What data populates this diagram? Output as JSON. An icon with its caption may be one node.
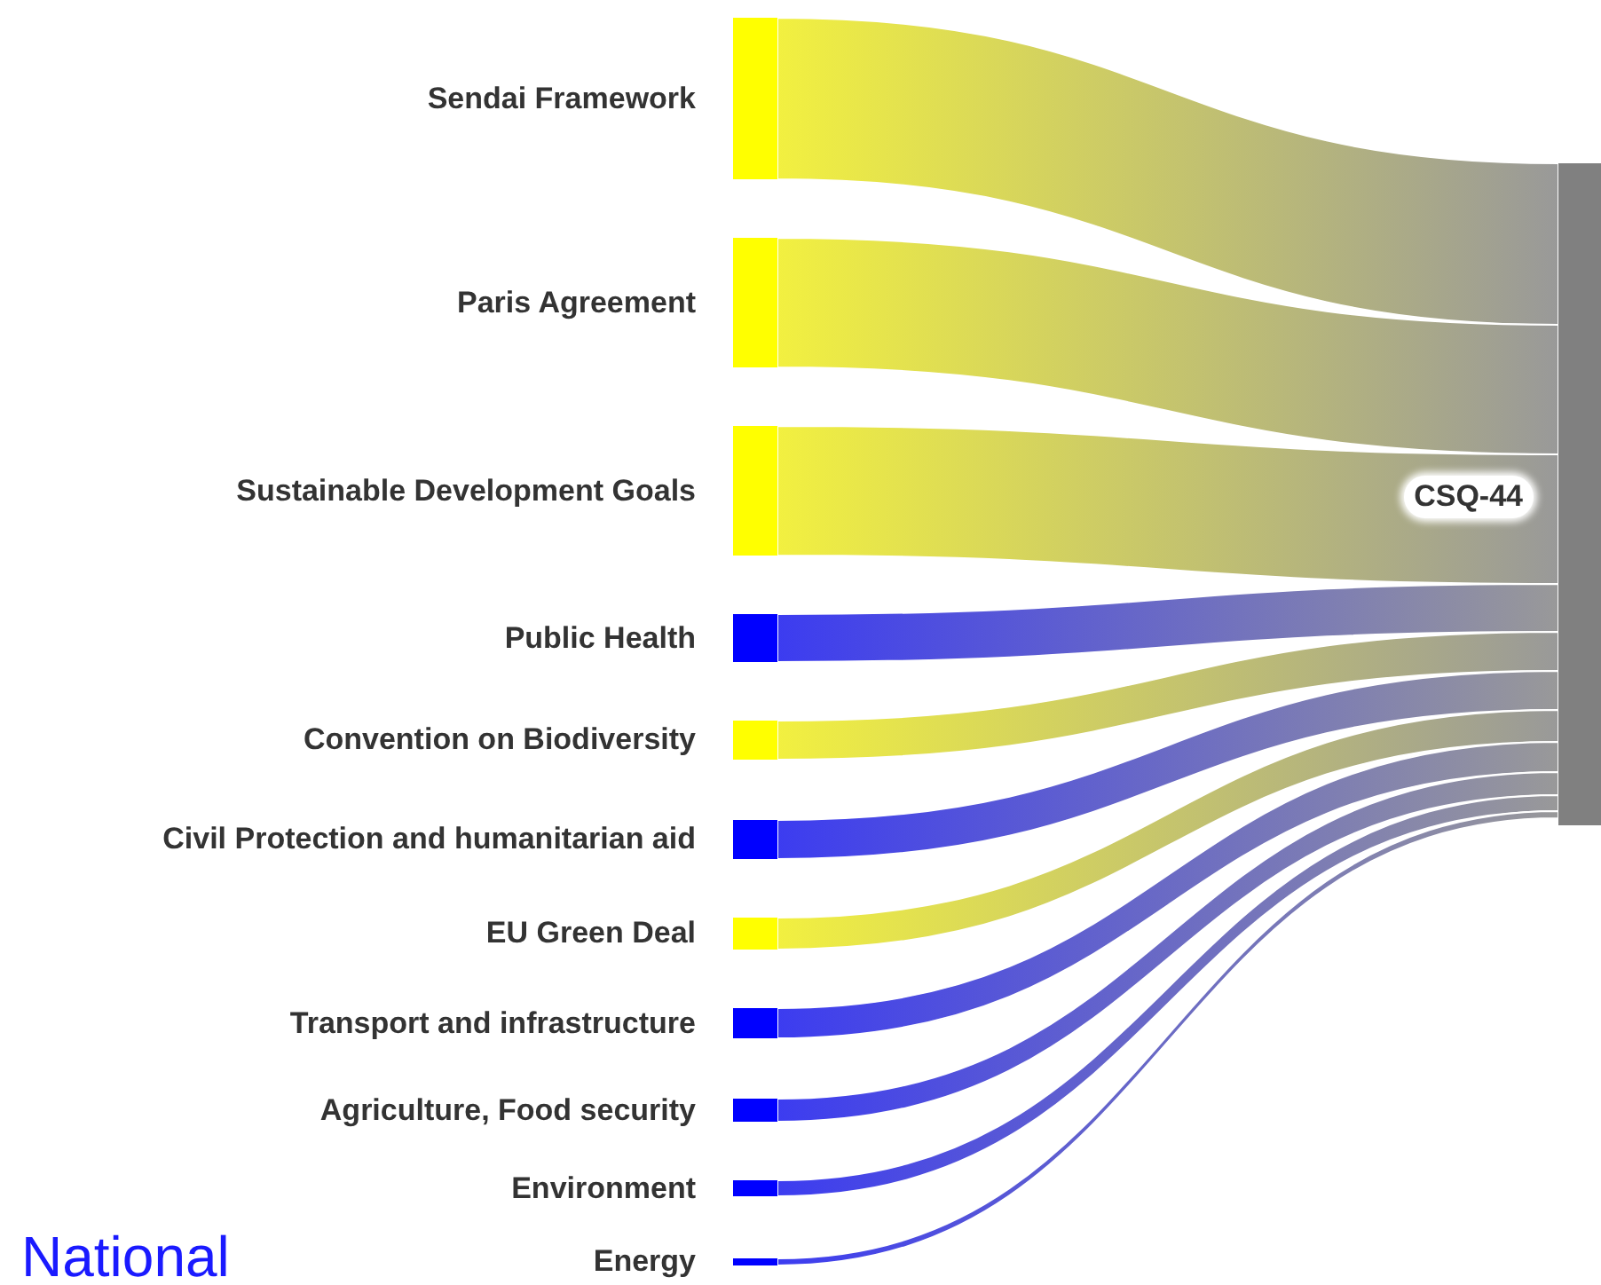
{
  "diagram": {
    "nodes": [
      {
        "text": [
          "Sendai Framework"
        ]
      },
      {
        "text": [
          "Paris Agreement"
        ]
      },
      {
        "text": [
          "Sustainable Development Goals"
        ]
      },
      {
        "text": [
          "Public Health"
        ]
      },
      {
        "text": [
          "Convention on Biodiversity"
        ]
      },
      {
        "text": [
          "Civil Protection and humanitarian aid"
        ]
      },
      {
        "text": [
          "EU Green Deal"
        ]
      },
      {
        "text": [
          "Transport and infrastructure"
        ]
      },
      {
        "text": [
          "Agriculture, Food security"
        ]
      },
      {
        "text": [
          "Environment"
        ]
      },
      {
        "text": [
          "Energy"
        ]
      },
      {
        "text": [],
        "shape": "bar",
        "beside": [
          "CSQ-44"
        ]
      }
    ],
    "edges": [
      {
        "from": 0,
        "to": 11,
        "arrow": "none",
        "color": "#ffff00"
      },
      {
        "from": 1,
        "to": 11,
        "arrow": "none",
        "color": "#ffff00"
      },
      {
        "from": 2,
        "to": 11,
        "arrow": "none",
        "color": "#ffff00"
      },
      {
        "from": 3,
        "to": 11,
        "arrow": "none"
      },
      {
        "from": 4,
        "to": 11,
        "arrow": "none",
        "color": "#ffff00"
      },
      {
        "from": 5,
        "to": 11,
        "arrow": "none"
      },
      {
        "from": 6,
        "to": 11,
        "arrow": "none",
        "color": "#ffff00"
      },
      {
        "from": 7,
        "to": 11,
        "arrow": "none"
      },
      {
        "from": 8,
        "to": 11,
        "arrow": "none"
      },
      {
        "from": 9,
        "to": 11,
        "arrow": "none"
      },
      {
        "from": 10,
        "to": 11,
        "arrow": "none"
      }
    ],
    "labels": [
      "National"
    ]
  }
}
